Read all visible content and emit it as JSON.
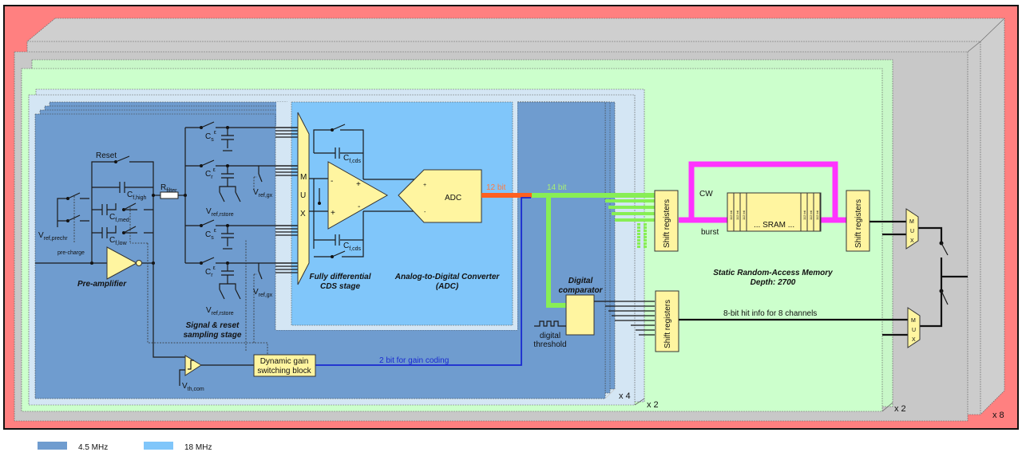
{
  "colors": {
    "outer_red": "#ff8080",
    "gray_layer": "#cccccc",
    "green_layer": "#ccffcc",
    "pale_blue_layer": "#d4e6f4",
    "slow_domain_4_5MHz": "#6f9ccf",
    "fast_domain_18MHz": "#80c6fa",
    "component_yellow": "#fff5a0",
    "bus_12bit": "#ff6020",
    "bus_14bit": "#88ee55",
    "bus_memory": "#ff33ff",
    "gain_coding_line": "#1a2ad0"
  },
  "multiplicity": {
    "x8": "x 8",
    "x2_outer": "x 2",
    "x2_inner": "x 2",
    "x4": "x 4"
  },
  "preamp": {
    "title": "Pre-amplifier",
    "reset": "Reset",
    "cf_high": {
      "main": "C",
      "sub": "f,high"
    },
    "cf_med": {
      "main": "C",
      "sub": "f,med"
    },
    "cf_low": {
      "main": "C",
      "sub": "f,low"
    },
    "vref_prechr": {
      "main": "V",
      "sub": "ref,prechr"
    },
    "pre_charge": "pre-charge",
    "r_filter": {
      "main": "R",
      "sub": "filter"
    }
  },
  "sampling": {
    "title_line1": "Signal & reset",
    "title_line2": "sampling stage",
    "cs": {
      "main": "C",
      "sub": "s",
      "sup": "ε"
    },
    "cr": {
      "main": "C",
      "sub": "r",
      "sup": "ε"
    },
    "vref_rstore": {
      "main": "V",
      "sub": "ref,rstore"
    },
    "vref_gx": {
      "main": "V",
      "sub": "ref,gx"
    }
  },
  "mux_letters": [
    "M",
    "U",
    "X"
  ],
  "cds": {
    "title_line1": "Fully differential",
    "title_line2": "CDS stage",
    "cf_cds": {
      "main": "C",
      "sub": "f,cds"
    }
  },
  "adc": {
    "label": "ADC",
    "title_line1": "Analog-to-Digital Converter",
    "title_line2": "(ADC)",
    "bits": "12 bit"
  },
  "bus14": "14 bit",
  "comparator": {
    "title_line1": "Digital",
    "title_line2": "comparator",
    "threshold_line1": "digital",
    "threshold_line2": "threshold"
  },
  "gain": {
    "block_line1": "Dynamic gain",
    "block_line2": "switching block",
    "coding": "2 bit for gain coding",
    "vth": {
      "main": "V",
      "sub": "th,com"
    }
  },
  "memory": {
    "shift_registers": "Shift registers",
    "sram": "... SRAM ...",
    "sram_column": "112 bit",
    "cw": "CW",
    "burst": "burst",
    "title_line1": "Static Random-Access Memory",
    "title_line2": "Depth: 2700",
    "hit_info": "8-bit  hit info for 8 channels"
  },
  "legend": [
    {
      "label": "4.5 MHz",
      "color": "#6f9ccf"
    },
    {
      "label": "18 MHz",
      "color": "#80c6fa"
    }
  ]
}
